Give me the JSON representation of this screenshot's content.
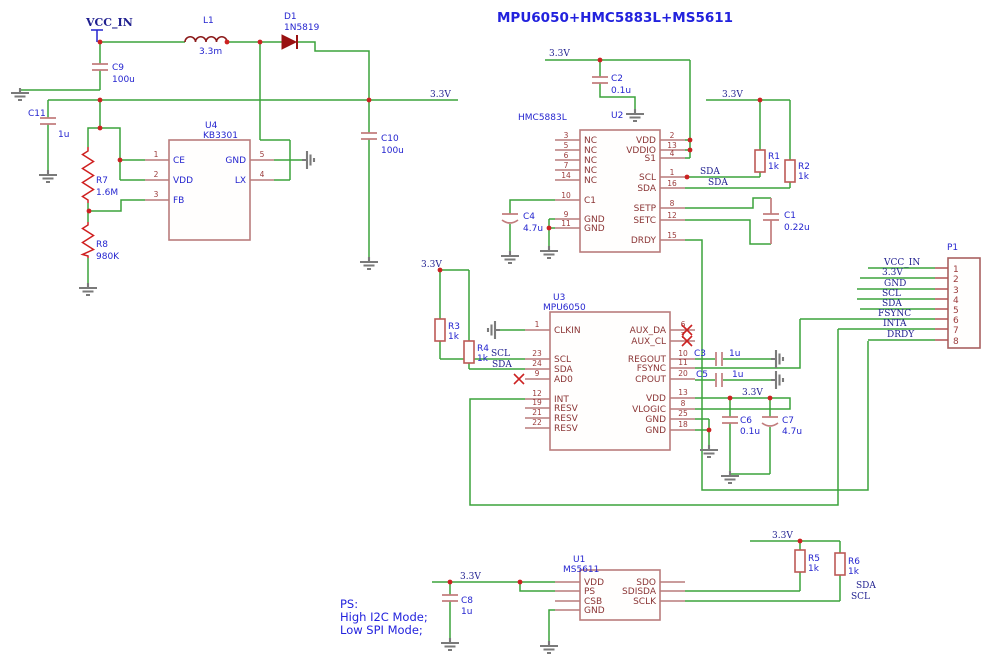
{
  "title": "MPU6050+HMC5883L+MS5611",
  "note": {
    "l1": "PS:",
    "l2": "High I2C Mode;",
    "l3": "Low  SPI Mode;"
  },
  "nets": {
    "v33": "3.3V",
    "vcc_in": "VCC_IN",
    "sda": "SDA",
    "scl": "SCL"
  },
  "components": {
    "L1": {
      "ref": "L1",
      "value": "3.3m"
    },
    "D1": {
      "ref": "D1",
      "value": "1N5819"
    },
    "C9": {
      "ref": "C9",
      "value": "100u"
    },
    "C10": {
      "ref": "C10",
      "value": "100u"
    },
    "C11": {
      "ref": "C11",
      "value": "1u"
    },
    "C2": {
      "ref": "C2",
      "value": "0.1u"
    },
    "C4": {
      "ref": "C4",
      "value": "4.7u"
    },
    "C1": {
      "ref": "C1",
      "value": "0.22u"
    },
    "C3": {
      "ref": "C3",
      "value": "1u"
    },
    "C5": {
      "ref": "C5",
      "value": "1u"
    },
    "C6": {
      "ref": "C6",
      "value": "0.1u"
    },
    "C7": {
      "ref": "C7",
      "value": "4.7u"
    },
    "C8": {
      "ref": "C8",
      "value": "1u"
    },
    "R1": {
      "ref": "R1",
      "value": "1k"
    },
    "R2": {
      "ref": "R2",
      "value": "1k"
    },
    "R3": {
      "ref": "R3",
      "value": "1k"
    },
    "R4": {
      "ref": "R4",
      "value": "1k"
    },
    "R5": {
      "ref": "R5",
      "value": "1k"
    },
    "R6": {
      "ref": "R6",
      "value": "1k"
    },
    "R7": {
      "ref": "R7",
      "value": "1.6M"
    },
    "R8": {
      "ref": "R8",
      "value": "980K"
    },
    "U4": {
      "ref": "U4",
      "part": "KB3301",
      "pins_left": [
        {
          "num": "1",
          "name": "CE"
        },
        {
          "num": "2",
          "name": "VDD"
        },
        {
          "num": "3",
          "name": "FB"
        }
      ],
      "pins_right": [
        {
          "num": "5",
          "name": "GND"
        },
        {
          "num": "4",
          "name": "LX"
        }
      ]
    },
    "U2": {
      "ref": "U2",
      "part": "HMC5883L",
      "pins_left": [
        {
          "num": "3",
          "name": "NC"
        },
        {
          "num": "5",
          "name": "NC"
        },
        {
          "num": "6",
          "name": "NC"
        },
        {
          "num": "7",
          "name": "NC"
        },
        {
          "num": "14",
          "name": "NC"
        },
        {
          "num": "10",
          "name": "C1"
        },
        {
          "num": "9",
          "name": "GND"
        },
        {
          "num": "11",
          "name": "GND"
        }
      ],
      "pins_right": [
        {
          "num": "2",
          "name": "VDD"
        },
        {
          "num": "13",
          "name": "VDDIO"
        },
        {
          "num": "4",
          "name": "S1"
        },
        {
          "num": "1",
          "name": "SCL"
        },
        {
          "num": "16",
          "name": "SDA"
        },
        {
          "num": "8",
          "name": "SETP"
        },
        {
          "num": "12",
          "name": "SETC"
        },
        {
          "num": "15",
          "name": "DRDY"
        }
      ]
    },
    "U3": {
      "ref": "U3",
      "part": "MPU6050",
      "pins_left": [
        {
          "num": "1",
          "name": "CLKIN"
        },
        {
          "num": "23",
          "name": "SCL"
        },
        {
          "num": "24",
          "name": "SDA"
        },
        {
          "num": "9",
          "name": "AD0"
        },
        {
          "num": "12",
          "name": "INT"
        },
        {
          "num": "19",
          "name": "RESV"
        },
        {
          "num": "21",
          "name": "RESV"
        },
        {
          "num": "22",
          "name": "RESV"
        }
      ],
      "pins_right": [
        {
          "num": "6",
          "name": "AUX_DA"
        },
        {
          "num": "7",
          "name": "AUX_CL"
        },
        {
          "num": "10",
          "name": "REGOUT"
        },
        {
          "num": "11",
          "name": "FSYNC"
        },
        {
          "num": "20",
          "name": "CPOUT"
        },
        {
          "num": "13",
          "name": "VDD"
        },
        {
          "num": "8",
          "name": "VLOGIC"
        },
        {
          "num": "25",
          "name": "GND"
        },
        {
          "num": "18",
          "name": "GND"
        }
      ]
    },
    "U1": {
      "ref": "U1",
      "part": "MS5611",
      "pins_left": [
        {
          "name": "VDD"
        },
        {
          "name": "PS"
        },
        {
          "name": "CSB"
        },
        {
          "name": "GND"
        }
      ],
      "pins_right": [
        {
          "name": "SDO"
        },
        {
          "name": "SDISDA"
        },
        {
          "name": "SCLK"
        }
      ]
    },
    "P1": {
      "ref": "P1",
      "pins": [
        {
          "num": "1",
          "net": "VCC_IN"
        },
        {
          "num": "2",
          "net": "3.3V"
        },
        {
          "num": "3",
          "net": "GND"
        },
        {
          "num": "4",
          "net": "SCL"
        },
        {
          "num": "5",
          "net": "SDA"
        },
        {
          "num": "6",
          "net": "FSYNC"
        },
        {
          "num": "7",
          "net": "INTA"
        },
        {
          "num": "8",
          "net": "DRDY"
        }
      ]
    }
  }
}
